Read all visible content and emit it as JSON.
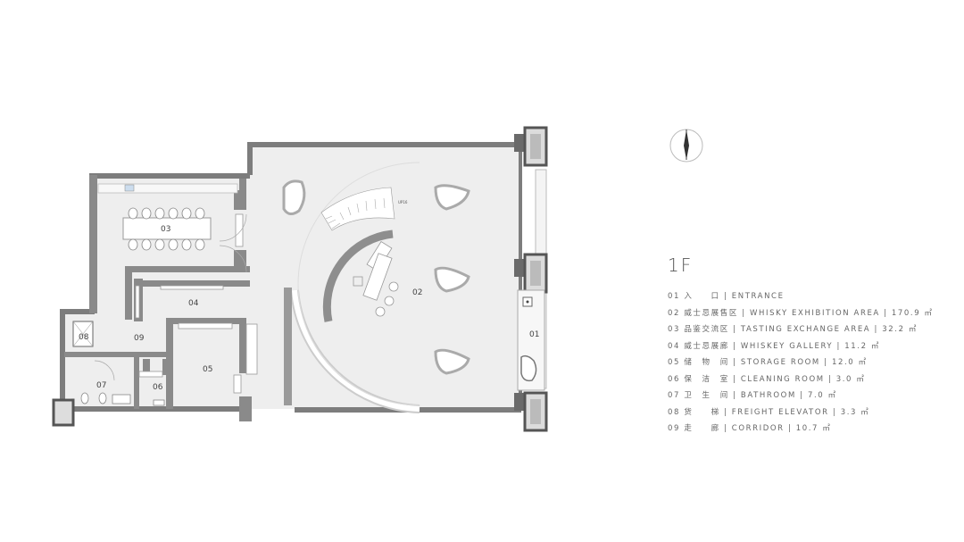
{
  "floor": {
    "title": "1F"
  },
  "rooms": {
    "r01": "01",
    "r02": "02",
    "r03": "03",
    "r04": "04",
    "r05": "05",
    "r06": "06",
    "r07": "07",
    "r08": "08",
    "r09": "09",
    "stair_up": "UP16"
  },
  "legend": [
    "01 入　　口 | ENTRANCE",
    "02 威士忌展售区 | WHISKY EXHIBITION AREA | 170.9 ㎡",
    "03 品鉴交流区 | TASTING EXCHANGE AREA | 32.2 ㎡",
    "04 威士忌展廊 | WHISKEY GALLERY | 11.2 ㎡",
    "05 储　物　间 | STORAGE ROOM | 12.0 ㎡",
    "06 保　洁　室 | CLEANING ROOM | 3.0 ㎡",
    "07 卫　生　间 | BATHROOM | 7.0 ㎡",
    "08 货　　梯 | FREIGHT ELEVATOR | 3.3 ㎡",
    "09 走　　廊 | CORRIDOR | 10.7 ㎡"
  ],
  "colors": {
    "wall": "#7f7f7f",
    "floor": "#efefef",
    "background": "#ffffff",
    "text": "#666666"
  },
  "icons": {
    "north": "north-arrow-icon"
  }
}
